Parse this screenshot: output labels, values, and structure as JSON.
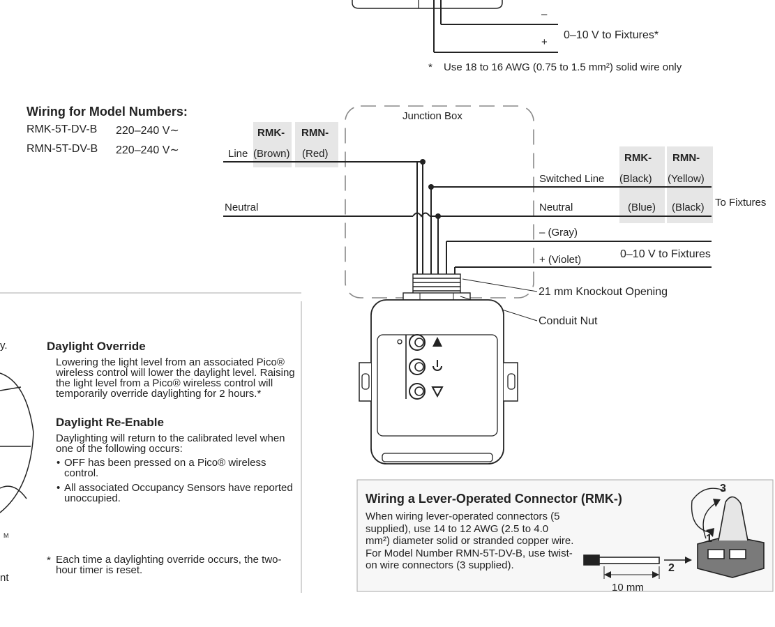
{
  "top": {
    "minus": "–",
    "plus": "+",
    "label": "0–10 V to Fixtures*",
    "footnote_mark": "*",
    "footnote": "Use 18 to 16 AWG (0.75 to 1.5 mm²) solid wire only"
  },
  "models": {
    "title": "Wiring for Model Numbers:",
    "rows": [
      {
        "model": "RMK-5T-DV-B",
        "voltage": "220–240 V∼"
      },
      {
        "model": "RMN-5T-DV-B",
        "voltage": "220–240 V∼"
      }
    ]
  },
  "wiring": {
    "left_header": {
      "rmk": "RMK-",
      "rmn": "RMN-"
    },
    "right_header": {
      "rmk": "RMK-",
      "rmn": "RMN-"
    },
    "line": {
      "label": "Line",
      "rmk": "(Brown)",
      "rmn": "(Red)"
    },
    "neutral_left": "Neutral",
    "junction_box": "Junction Box",
    "switched_line": {
      "label": "Switched Line",
      "rmk": "(Black)",
      "rmn": "(Yellow)"
    },
    "neutral_right": {
      "label": "Neutral",
      "rmk": "(Blue)",
      "rmn": "(Black)"
    },
    "to_fixtures": "To Fixtures",
    "gray": "– (Gray)",
    "violet": "+ (Violet)",
    "dim_label": "0–10 V to Fixtures",
    "knockout": "21 mm Knockout Opening",
    "conduit_nut": "Conduit Nut"
  },
  "left_partial": {
    "v": "y.",
    "small": "M",
    "nt": "nt"
  },
  "override": {
    "title": "Daylight Override",
    "text": "Lowering the light level from an associated Pico® wireless control will lower the daylight level. Raising the light level from a Pico® wireless control will temporarily override daylighting for 2 hours.*"
  },
  "reenable": {
    "title": "Daylight Re-Enable",
    "text": "Daylighting will return to the calibrated level when one of the following occurs:",
    "bullets": [
      "OFF has been pressed on a Pico® wireless control.",
      "All associated Occupancy Sensors have reported unoccupied."
    ],
    "footnote_mark": "*",
    "footnote": "Each time a daylighting override occurs, the two-hour timer is reset."
  },
  "lever": {
    "title": "Wiring a Lever-Operated Connector (RMK-)",
    "text": "When wiring lever-operated connectors (5 supplied), use 14 to 12 AWG (2.5 to 4.0 mm²) diameter solid or stranded copper wire. For Model Number RMN-5T-DV-B, use twist-on wire connectors (3 supplied).",
    "step1": "1",
    "step2": "2",
    "step3": "3",
    "dimension": "10 mm"
  }
}
